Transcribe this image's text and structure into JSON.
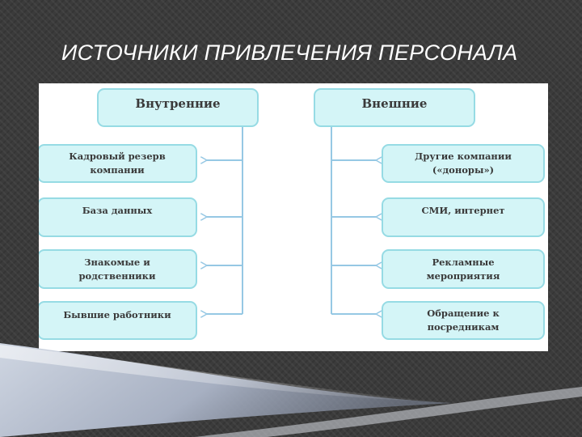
{
  "slide": {
    "title": "ИСТОЧНИКИ ПРИВЛЕЧЕНИЯ ПЕРСОНАЛА"
  },
  "diagram": {
    "internal": {
      "header": "Внутренние",
      "items": [
        "Кадровый резерв\nкомпании",
        "База данных",
        "Знакомые и\nродственники",
        "Бывшие работники"
      ]
    },
    "external": {
      "header": "Внешние",
      "items": [
        "Другие компании\n(«доноры»)",
        "СМИ, интернет",
        "Рекламные\nмероприятия",
        "Обращение к\nпосредникам"
      ]
    },
    "colors": {
      "box_fill": "#d4f5f7",
      "box_border": "#96dbe4",
      "connector": "#96c8e4"
    }
  }
}
